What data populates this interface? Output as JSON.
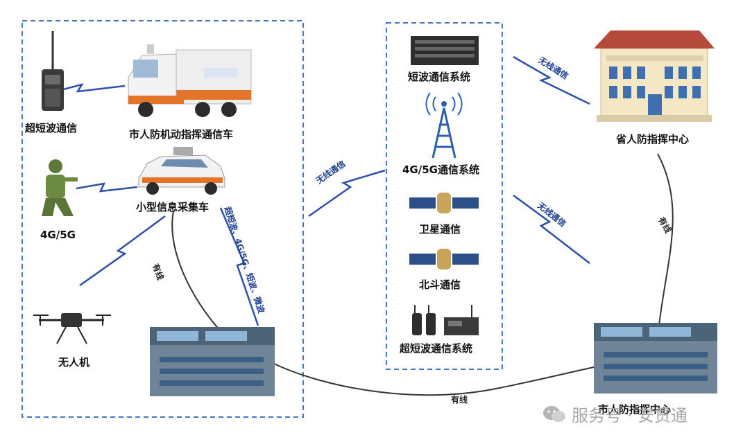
{
  "nodes": {
    "vhf_comm": "超短波通信",
    "command_vehicle": "市人防机动指挥通信车",
    "info_vehicle": "小型信息采集车",
    "soldier_4g5g": "4G/5G",
    "drone": "无人机",
    "shortwave_system": "短波通信系统",
    "cellular_system": "4G/5G通信系统",
    "satellite": "卫星通信",
    "beidou": "北斗通信",
    "vhf_system": "超短波通信系统",
    "provincial_center": "省人防指挥中心",
    "city_center": "市人防指挥中心"
  },
  "links": {
    "wireless_1": "无线通信",
    "wireless_2": "无线通信",
    "wireless_3": "无线通信",
    "multi_link": "超短波、4G/5G、短波、微波",
    "wired_1": "有线",
    "wired_2": "有线",
    "wired_3": "有线"
  },
  "watermark": "服务号 · 安贯通",
  "colors": {
    "dash_border": "#4a74c4",
    "bolt": "#2b4fa8",
    "wire": "#333333"
  }
}
